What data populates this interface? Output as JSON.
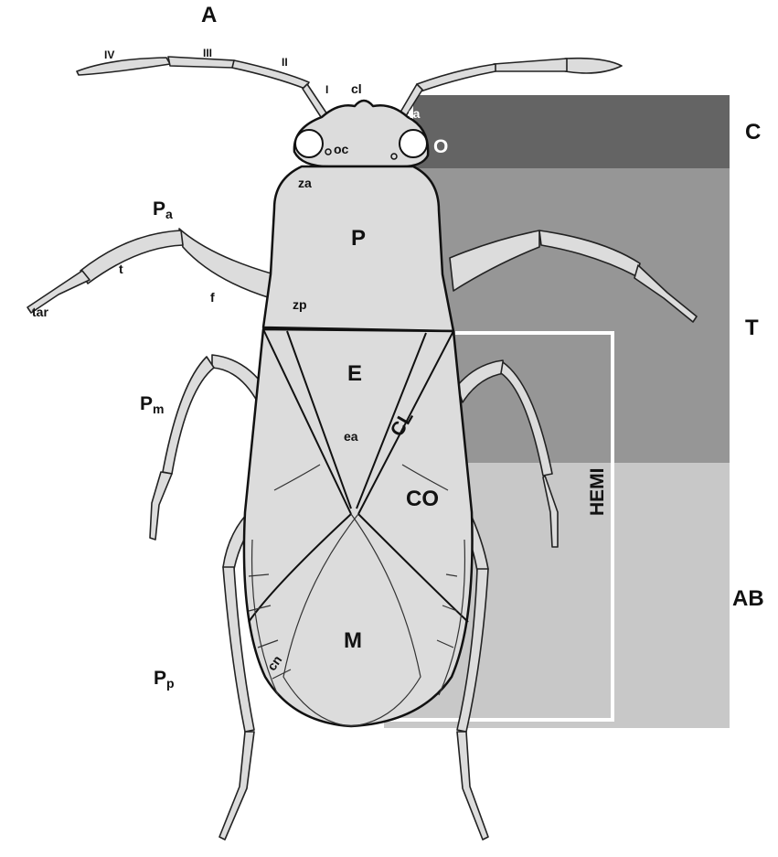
{
  "colors": {
    "region_C": "#646464",
    "region_T": "#969696",
    "region_AB": "#c8c8c8",
    "body": "#dcdcdc",
    "outline": "#111111",
    "hemi_frame": "#ffffff"
  },
  "labels": {
    "A": "A",
    "IV": "IV",
    "III": "III",
    "II": "II",
    "I": "I",
    "cl": "cl",
    "ta": "ta",
    "O": "O",
    "oc": "oc",
    "za": "za",
    "P": "P",
    "zp": "zp",
    "Pa": "P",
    "Pa_sub": "a",
    "t": "t",
    "f": "f",
    "tar": "tar",
    "E": "E",
    "CL": "CL",
    "ea": "ea",
    "CO": "CO",
    "HEMI": "HEMI",
    "Pm": "P",
    "Pm_sub": "m",
    "M": "M",
    "cn": "cn",
    "Pp": "P",
    "Pp_sub": "p",
    "C": "C",
    "T": "T",
    "AB": "AB"
  }
}
